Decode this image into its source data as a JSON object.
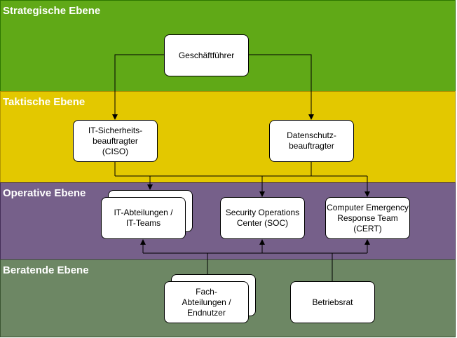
{
  "levels": {
    "strategic": "Strategische Ebene",
    "tactical": "Taktische Ebene",
    "operative": "Operative Ebene",
    "advisory": "Beratende Ebene"
  },
  "nodes": {
    "ceo": "Geschäftführer",
    "ciso": "IT-Sicherheits-\nbeauftragter\n(CISO)",
    "dpo": "Datenschutz-\nbeauftragter",
    "it_departments": "IT-Abteilungen /\nIT-Teams",
    "soc": "Security Operations\nCenter (SOC)",
    "cert": "Computer Emergency\nResponse Team\n(CERT)",
    "business_units": "Fach-\nAbteilungen /\nEndnutzer",
    "works_council": "Betriebsrat"
  },
  "colors": {
    "strategic": "#60a917",
    "tactical": "#e3c800",
    "operative": "#76608a",
    "advisory": "#6d8764"
  }
}
